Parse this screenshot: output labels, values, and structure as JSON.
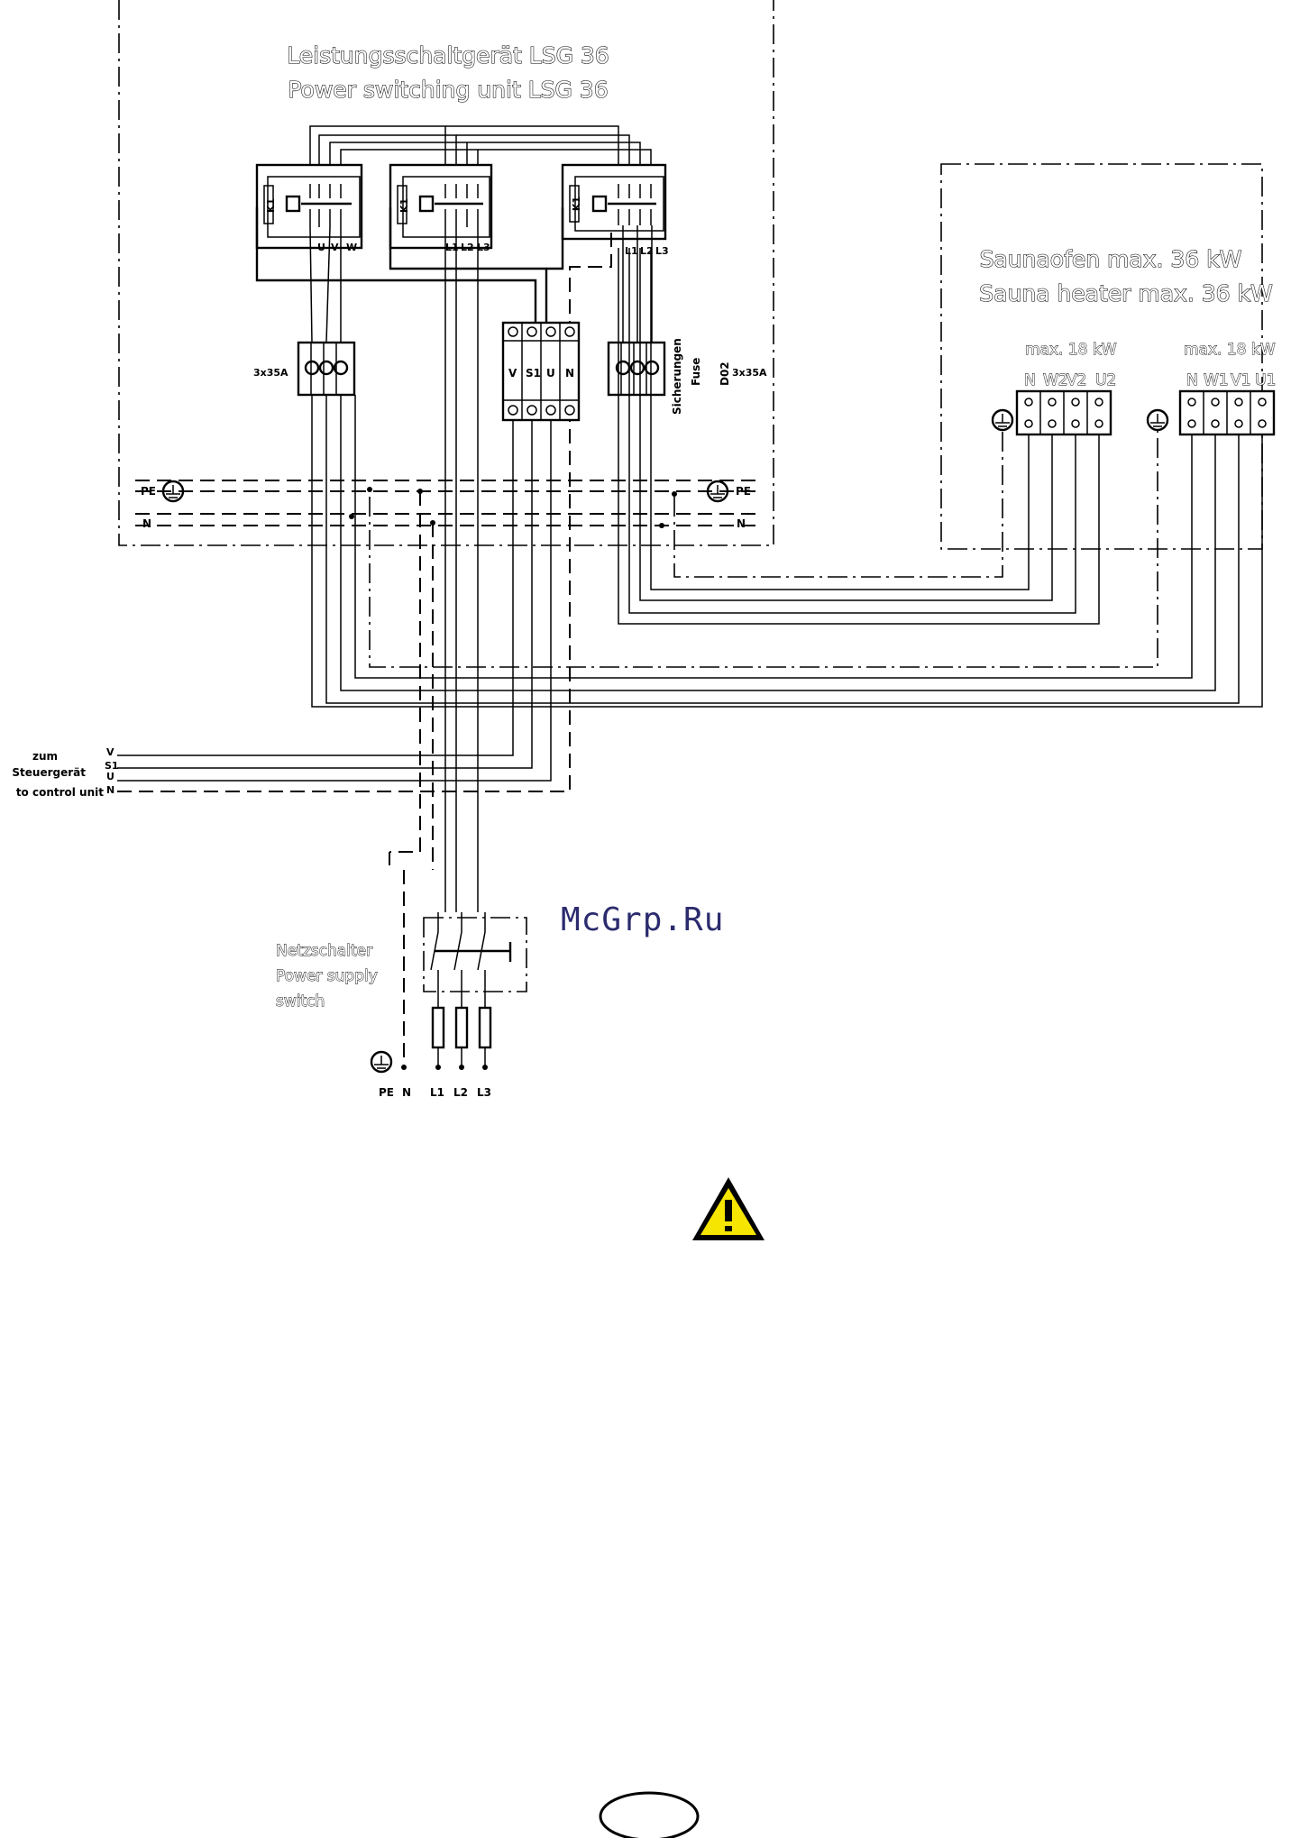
{
  "unit": {
    "title_de": "Leistungsschaltgerät LSG 36",
    "title_en": "Power switching unit LSG 36"
  },
  "heater": {
    "title_de": "Saunaofen max. 36 kW",
    "title_en": "Sauna heater max. 36 kW",
    "block_left_rating": "max. 18 kW",
    "block_right_rating": "max. 18 kW",
    "block_left_terminals": [
      "N",
      "W2",
      "V2",
      "U2"
    ],
    "block_right_terminals": [
      "N",
      "W1",
      "V1",
      "U1"
    ]
  },
  "contactors": {
    "left_terminals": [
      "U",
      "V",
      "W"
    ],
    "middle_terminals": [
      "L1",
      "L2",
      "L3"
    ],
    "right_terminals": [
      "L1",
      "L2",
      "L3"
    ],
    "coil_label": "K1"
  },
  "fuses": {
    "left_rating": "3x35A",
    "right_rating": "3x35A",
    "vertical_de": "Sicherungen",
    "vertical_en": "Fuse",
    "vertical_type": "D02"
  },
  "terminal_strip": {
    "labels": [
      "V",
      "S1",
      "U",
      "N"
    ]
  },
  "bus": {
    "pe_left": "PE",
    "pe_right": "PE",
    "n_left": "N",
    "n_right": "N"
  },
  "control": {
    "line1": "zum",
    "line2": "Steuergerät",
    "line3": "to control unit",
    "wires": [
      "V",
      "S1",
      "U",
      "N"
    ]
  },
  "mains": {
    "switch_de": "Netzschalter",
    "switch_en": "Power supply",
    "switch_en2": "switch",
    "terminals": [
      "PE",
      "N",
      "L1",
      "L2",
      "L3"
    ]
  },
  "watermark": "McGrp.Ru",
  "icons": [
    "warning-icon",
    "ground-icon"
  ]
}
